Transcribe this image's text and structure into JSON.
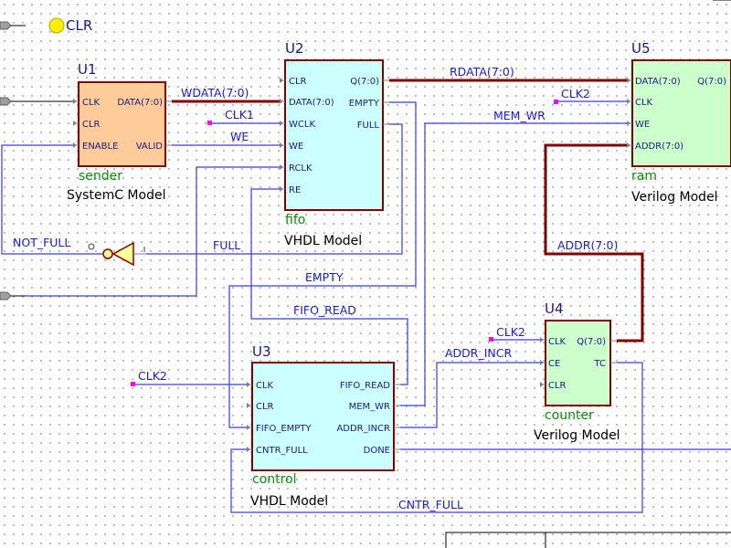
{
  "power": {
    "label": "CLR",
    "color": "#ffee00"
  },
  "components": {
    "u1": {
      "ref": "U1",
      "instance": "sender",
      "model": "SystemC Model",
      "fill": "#ffcc99",
      "ports": {
        "clk": "CLK",
        "clr": "CLR",
        "enable": "ENABLE",
        "data": "DATA(7:0)",
        "valid": "VALID"
      }
    },
    "u2": {
      "ref": "U2",
      "instance": "fifo",
      "model": "VHDL Model",
      "fill": "#ccffff",
      "ports": {
        "clr": "CLR",
        "data": "DATA(7:0)",
        "wclk": "WCLK",
        "we": "WE",
        "rclk": "RCLK",
        "re": "RE",
        "q": "Q(7:0)",
        "empty": "EMPTY",
        "full": "FULL"
      }
    },
    "u3": {
      "ref": "U3",
      "instance": "control",
      "model": "VHDL Model",
      "fill": "#ccffff",
      "ports": {
        "clk": "CLK",
        "clr": "CLR",
        "fifo_empty": "FIFO_EMPTY",
        "cntr_full": "CNTR_FULL",
        "fifo_read": "FIFO_READ",
        "mem_wr": "MEM_WR",
        "addr_incr": "ADDR_INCR",
        "done": "DONE"
      }
    },
    "u4": {
      "ref": "U4",
      "instance": "counter",
      "model": "Verilog Model",
      "fill": "#ccffcc",
      "ports": {
        "clk": "CLK",
        "ce": "CE",
        "clr": "CLR",
        "q": "Q(7:0)",
        "tc": "TC"
      }
    },
    "u5": {
      "ref": "U5",
      "instance": "ram",
      "model": "Verilog Model",
      "fill": "#ccffcc",
      "ports": {
        "data": "DATA(7:0)",
        "clk": "CLK",
        "we": "WE",
        "addr": "ADDR(7:0)",
        "q": "Q(7:0)"
      }
    }
  },
  "nets": {
    "wdata": "WDATA(7:0)",
    "clk1": "CLK1",
    "we": "WE",
    "rdata": "RDATA(7:0)",
    "clk2_u5": "CLK2",
    "mem_wr": "MEM_WR",
    "not_full": "NOT_FULL",
    "full": "FULL",
    "empty": "EMPTY",
    "addr": "ADDR(7:0)",
    "fifo_read": "FIFO_READ",
    "clk2_u4": "CLK2",
    "addr_incr": "ADDR_INCR",
    "clk2_u3": "CLK2",
    "cntr_full": "CNTR_FULL"
  },
  "colors": {
    "wire": "#3a3adc",
    "bus": "#800000",
    "net_label": "#1c1ccc",
    "instance_label": "#0a8a0a",
    "inverter_fill": "#ffff99",
    "pin_marker": "#ff00ff"
  }
}
